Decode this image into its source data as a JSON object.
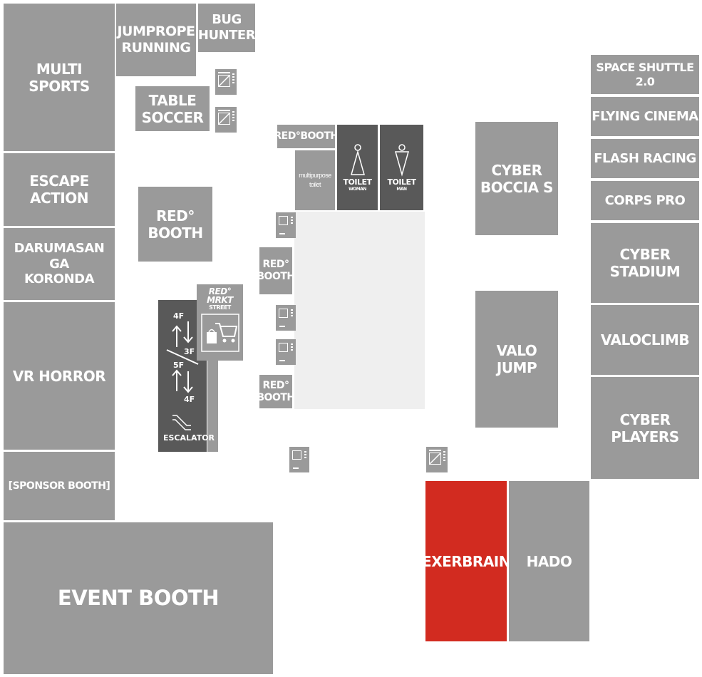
{
  "zones": {
    "multi_sports": "MULTI SPORTS",
    "jumprope_running": "JUMPROPE\nRUNNING",
    "bug_hunter": "BUG\nHUNTER",
    "table_soccer": "TABLE\nSOCCER",
    "escape_action": "ESCAPE\nACTION",
    "darumasan": "DARUMASAN GA\nKORONDA",
    "vr_horror": "VR HORROR",
    "sponsor_booth": "[SPONSOR BOOTH]",
    "event_booth": "EVENT BOOTH",
    "red_booth_left": "RED°\nBOOTH",
    "red_booth_top": "RED°BOOTH",
    "red_booth_mid": "RED°\nBOOTH",
    "red_booth_low": "RED°\nBOOTH",
    "multipurpose_toilet": "multipurpose\ntoilet",
    "toilet_woman_label": "TOILET",
    "toilet_woman_sub": "WOMAN",
    "toilet_man_label": "TOILET",
    "toilet_man_sub": "MAN",
    "cyber_boccia": "CYBER\nBOCCIA S",
    "valo_jump": "VALO\nJUMP",
    "space_shuttle": "SPACE SHUTTLE 2.0",
    "flying_cinema": "FLYING CINEMA",
    "flash_racing": "FLASH RACING",
    "corps_pro": "CORPS PRO",
    "cyber_stadium": "CYBER\nSTADIUM",
    "valoclimb": "VALOCLIMB",
    "cyber_players": "CYBER\nPLAYERS",
    "exerbrain": "EXERBRAIN",
    "hado": "HADO"
  },
  "escalator": {
    "floor_4f_top": "4F",
    "floor_3f": "3F",
    "floor_5f": "5F",
    "floor_4f_bottom": "4F",
    "label": "ESCALATOR"
  },
  "market": {
    "logo_line1": "RED°",
    "logo_line2": "MRKT",
    "logo_line3": "STREET"
  },
  "colors": {
    "zone": "#9a9a9a",
    "highlight": "#d22b20",
    "dark": "#595959",
    "open_area": "#efefef"
  }
}
